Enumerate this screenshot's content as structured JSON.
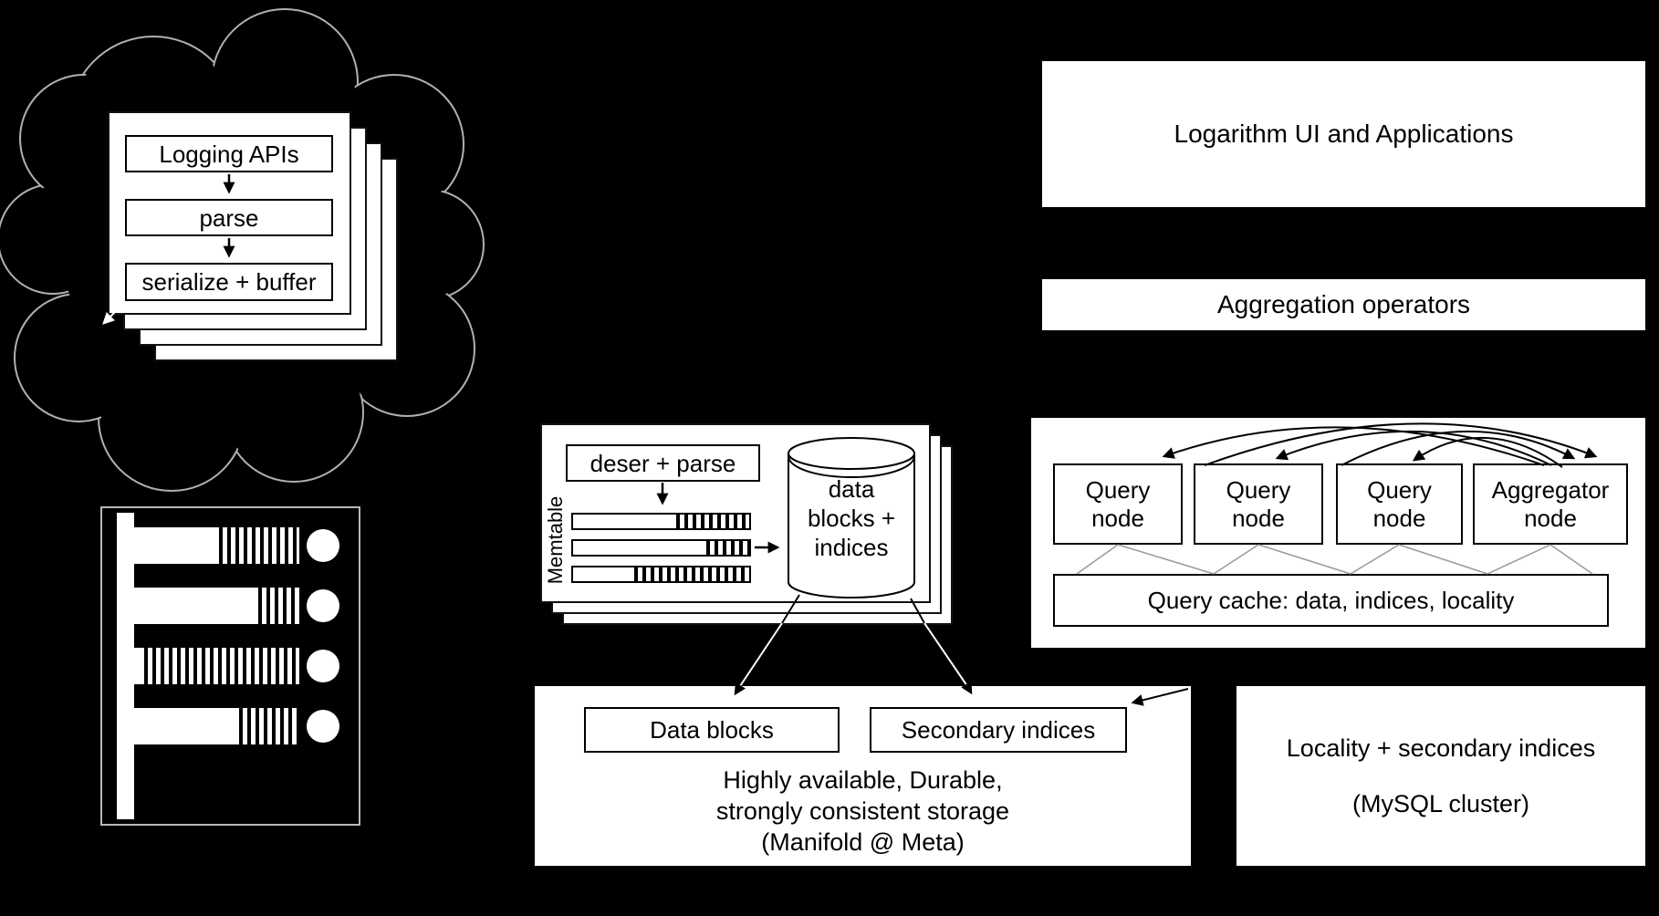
{
  "colors": {
    "background": "#000000",
    "surface": "#ffffff",
    "ink": "#000000",
    "cloud_outline": "#b0b0b0",
    "stream_outline": "#b8b8b8",
    "connector_gray": "#999999"
  },
  "ingestion_cloud": {
    "cards": [
      "Logging APIs",
      "parse",
      "serialize + buffer"
    ]
  },
  "memtable_panel": {
    "deser_label": "deser + parse",
    "memtable_label": "Memtable",
    "cylinder_lines": [
      "data",
      "blocks +",
      "indices"
    ]
  },
  "ui_box": {
    "label": "Logarithm UI and Applications"
  },
  "aggregation_box": {
    "label": "Aggregation operators"
  },
  "query_panel": {
    "nodes": [
      {
        "line1": "Query",
        "line2": "node"
      },
      {
        "line1": "Query",
        "line2": "node"
      },
      {
        "line1": "Query",
        "line2": "node"
      },
      {
        "line1": "Aggregator",
        "line2": "node"
      }
    ],
    "cache_label": "Query cache: data, indices, locality"
  },
  "storage_panel": {
    "data_blocks_label": "Data blocks",
    "secondary_indices_label": "Secondary indices",
    "caption_lines": [
      "Highly available, Durable,",
      "strongly consistent storage",
      "(Manifold @ Meta)"
    ]
  },
  "mysql_panel": {
    "line1": "Locality + secondary indices",
    "line2": "(MySQL cluster)"
  }
}
